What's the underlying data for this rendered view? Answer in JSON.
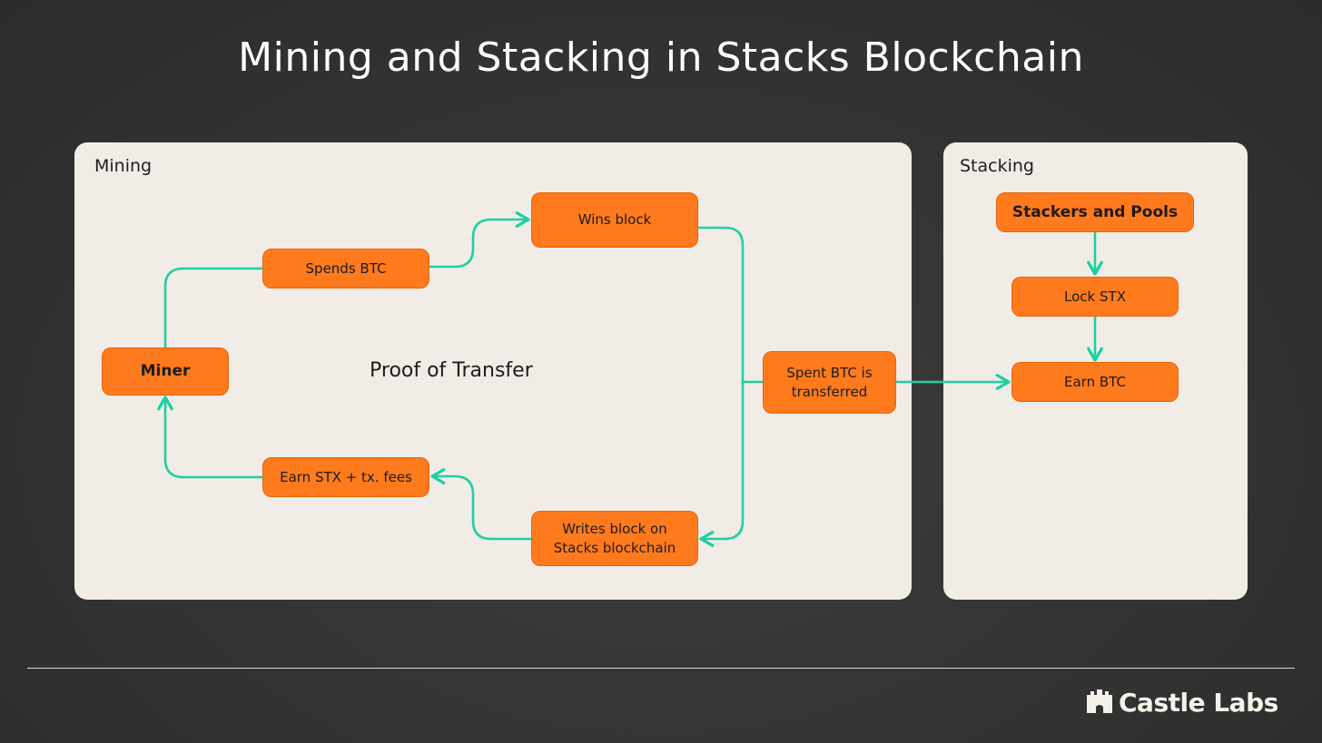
{
  "title": "Mining and Stacking in Stacks Blockchain",
  "panels": {
    "mining": {
      "label": "Mining"
    },
    "stacking": {
      "label": "Stacking"
    }
  },
  "mining": {
    "miner": "Miner",
    "spends_btc": "Spends BTC",
    "wins_block": "Wins block",
    "spent_btc": "Spent BTC is\ntransferred",
    "writes_block": "Writes block on\nStacks blockchain",
    "earn_stx": "Earn STX + tx. fees",
    "center_label": "Proof of Transfer"
  },
  "stacking": {
    "stackers": "Stackers and Pools",
    "lock_stx": "Lock STX",
    "earn_btc": "Earn BTC"
  },
  "brand": {
    "name": "Castle Labs",
    "icon": "castle-icon"
  },
  "colors": {
    "node_fill": "#ff7a1c",
    "connector": "#1fcfa3",
    "panel": "#f1ede6",
    "background": "#333333"
  }
}
